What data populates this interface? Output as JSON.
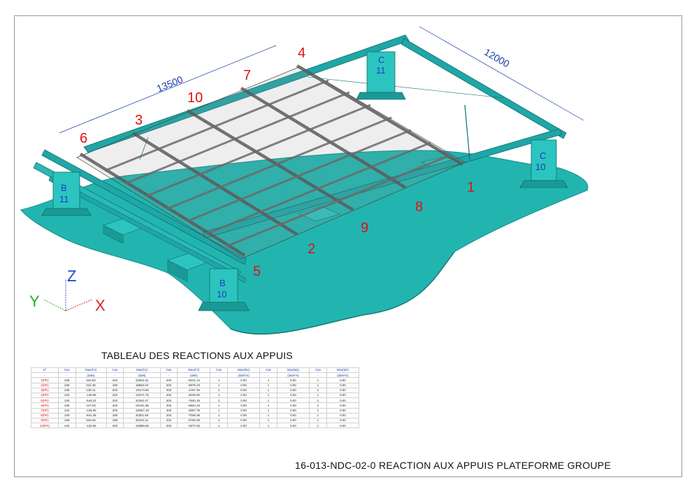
{
  "drawing": {
    "dimensions": [
      "13500",
      "12000"
    ],
    "support_labels": [
      "6",
      "3",
      "10",
      "7",
      "4",
      "1",
      "8",
      "9",
      "2",
      "5"
    ],
    "column_labels": [
      {
        "letter": "C",
        "number": "11"
      },
      {
        "letter": "C",
        "number": "10"
      },
      {
        "letter": "B",
        "number": "11"
      },
      {
        "letter": "B",
        "number": "10"
      }
    ],
    "axes": {
      "x": "X",
      "y": "Y",
      "z": "Z"
    },
    "colors": {
      "concrete": "#22b5b0",
      "steel_cyan": "#1fa6a6",
      "steel_grey": "#6e6e6e",
      "label_red": "#e01010",
      "label_blue": "#1a3aa8"
    }
  },
  "table": {
    "title": "TABLEAU DES REACTIONS AUX APPUIS",
    "headers": [
      "N°",
      "Cas",
      "Max(Fx)",
      "Cas",
      "Max(Fy)",
      "Cas",
      "Max(Fz)",
      "Cas",
      "Max(Mx)",
      "Cas",
      "Max(My)",
      "Cas",
      "Max(Mz)"
    ],
    "units": [
      "-",
      "-",
      "(daN)",
      "-",
      "(daN)",
      "-",
      "(daN)",
      "-",
      "(daN*m)",
      "-",
      "(daN*m)",
      "-",
      "(daN*m)"
    ],
    "rows": [
      [
        "1(PR)",
        "236",
        "544.50",
        "202",
        "23202.32",
        "202",
        "-8231.12",
        "1",
        "0.00",
        "1",
        "0.00",
        "1",
        "0.00"
      ],
      [
        "2(PR)",
        "236",
        "541.35",
        "180",
        "18683.03",
        "202",
        "-6975.23",
        "1",
        "0.00",
        "1",
        "0.00",
        "1",
        "0.00"
      ],
      [
        "3(PR)",
        "236",
        "136.11",
        "202",
        "-19174.60",
        "202",
        "-4757.36",
        "1",
        "0.00",
        "1",
        "0.00",
        "1",
        "0.00"
      ],
      [
        "4(PR)",
        "240",
        "-146.95",
        "202",
        "-23271.75",
        "202",
        "-8155.82",
        "1",
        "0.00",
        "1",
        "0.00",
        "1",
        "0.00"
      ],
      [
        "5(PR)",
        "240",
        "-543.22",
        "202",
        "22262.47",
        "202",
        "-7640.16",
        "1",
        "0.00",
        "1",
        "0.00",
        "1",
        "0.00"
      ],
      [
        "6(PR)",
        "236",
        "147.03",
        "202",
        "-22341.86",
        "202",
        "-5822.23",
        "1",
        "0.00",
        "1",
        "0.00",
        "1",
        "0.00"
      ],
      [
        "7(PR)",
        "242",
        "-135.06",
        "202",
        "-19607.19",
        "202",
        "-4857.76",
        "1",
        "0.00",
        "1",
        "0.00",
        "1",
        "0.00"
      ],
      [
        "8(PR)",
        "240",
        "-541.36",
        "180",
        "20301.66",
        "202",
        "-7048.36",
        "1",
        "0.00",
        "1",
        "0.00",
        "1",
        "0.00"
      ],
      [
        "9(PR)",
        "236",
        "540.26",
        "180",
        "20104.31",
        "202",
        "-6759.35",
        "1",
        "0.00",
        "1",
        "0.00",
        "1",
        "0.00"
      ],
      [
        "10(PR)",
        "242",
        "-132.66",
        "202",
        "-19808.65",
        "202",
        "-4877.53",
        "1",
        "0.00",
        "1",
        "0.00",
        "1",
        "0.00"
      ]
    ]
  },
  "footer": {
    "title": "16-013-NDC-02-0 REACTION AUX APPUIS PLATEFORME GROUPE"
  }
}
